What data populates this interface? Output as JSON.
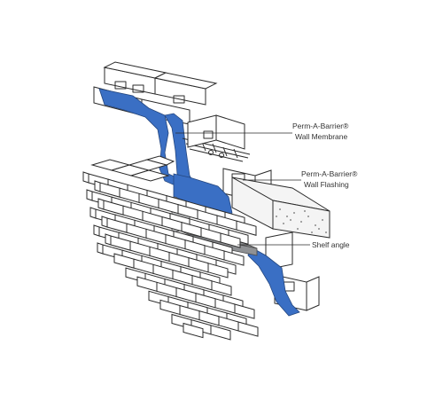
{
  "diagram": {
    "labels": {
      "membrane_line1": "Perm-A-Barrier®",
      "membrane_line2": "Wall Membrane",
      "flashing_line1": "Perm-A-Barrier®",
      "flashing_line2": "Wall Flashing",
      "shelf": "Shelf angle"
    },
    "colors": {
      "membrane": "#3a6fc4",
      "shelf_angle": "#8f9194",
      "outline": "#2b2b2b",
      "background": "#ffffff"
    }
  }
}
